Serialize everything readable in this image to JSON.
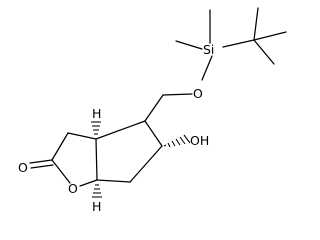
{
  "molecule": {
    "atoms": {
      "si": "Si",
      "o_ether": "O",
      "hydroxyl": "OH",
      "carbonyl_o": "O",
      "ring_o": "O",
      "h_top": "H",
      "h_bottom": "H"
    }
  },
  "colors": {
    "ink": "#000000",
    "background": "#ffffff"
  }
}
